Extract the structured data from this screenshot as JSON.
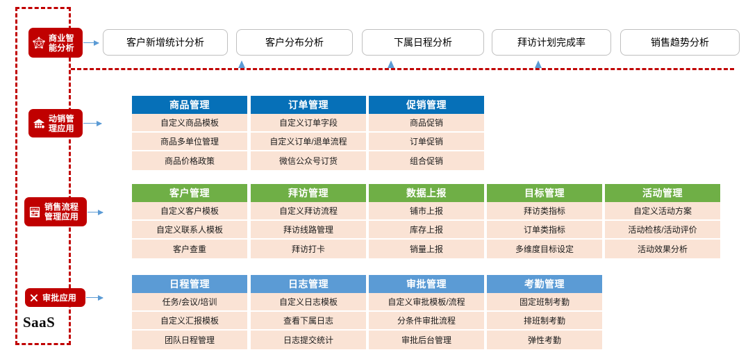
{
  "frame": {
    "saas_label": "SaaS"
  },
  "badges": [
    {
      "id": "bi",
      "icon": "network-graph-icon",
      "label": "商业智\n能分析"
    },
    {
      "id": "promotion",
      "icon": "store-house-icon",
      "label": "动销管\n理应用"
    },
    {
      "id": "sales",
      "icon": "sale-document-icon",
      "label": "销售流程\n管理应用"
    },
    {
      "id": "approval",
      "icon": "cross-mark-icon",
      "label": "审批应用"
    }
  ],
  "bi_row": {
    "pills": [
      {
        "label": "客户新增统计分析"
      },
      {
        "label": "客户分布分析"
      },
      {
        "label": "下属日程分析"
      },
      {
        "label": "拜访计划完成率"
      },
      {
        "label": "销售趋势分析"
      }
    ]
  },
  "groups": [
    {
      "id": "promotion-group",
      "header_color": "#0670B8",
      "cards": [
        {
          "title": "商品管理",
          "items": [
            "自定义商品模板",
            "商品多单位管理",
            "商品价格政策"
          ]
        },
        {
          "title": "订单管理",
          "items": [
            "自定义订单字段",
            "自定义订单/退单流程",
            "微信公众号订货"
          ]
        },
        {
          "title": "促销管理",
          "items": [
            "商品促销",
            "订单促销",
            "组合促销"
          ]
        }
      ]
    },
    {
      "id": "sales-group",
      "header_color": "#6FAF46",
      "cards": [
        {
          "title": "客户管理",
          "items": [
            "自定义客户模板",
            "自定义联系人模板",
            "客户查重"
          ]
        },
        {
          "title": "拜访管理",
          "items": [
            "自定义拜访流程",
            "拜访线路管理",
            "拜访打卡"
          ]
        },
        {
          "title": "数据上报",
          "items": [
            "铺市上报",
            "库存上报",
            "销量上报"
          ]
        },
        {
          "title": "目标管理",
          "items": [
            "拜访类指标",
            "订单类指标",
            "多维度目标设定"
          ]
        },
        {
          "title": "活动管理",
          "items": [
            "自定义活动方案",
            "活动检核/活动评价",
            "活动效果分析"
          ]
        }
      ]
    },
    {
      "id": "approval-group",
      "header_color": "#5B9BD5",
      "cards": [
        {
          "title": "日程管理",
          "items": [
            "任务/会议/培训",
            "自定义汇报模板",
            "团队日程管理"
          ]
        },
        {
          "title": "日志管理",
          "items": [
            "自定义日志模板",
            "查看下属日志",
            "日志提交统计"
          ]
        },
        {
          "title": "审批管理",
          "items": [
            "自定义审批模板/流程",
            "分条件审批流程",
            "审批后台管理"
          ]
        },
        {
          "title": "考勤管理",
          "items": [
            "固定班制考勤",
            "排班制考勤",
            "弹性考勤"
          ]
        }
      ]
    }
  ],
  "colors": {
    "brand_red": "#C00000",
    "header_blue": "#0670B8",
    "header_green": "#6FAF46",
    "header_light_blue": "#5B9BD5",
    "card_body": "#FAE3D5",
    "connector_blue": "#5B9BD5"
  }
}
